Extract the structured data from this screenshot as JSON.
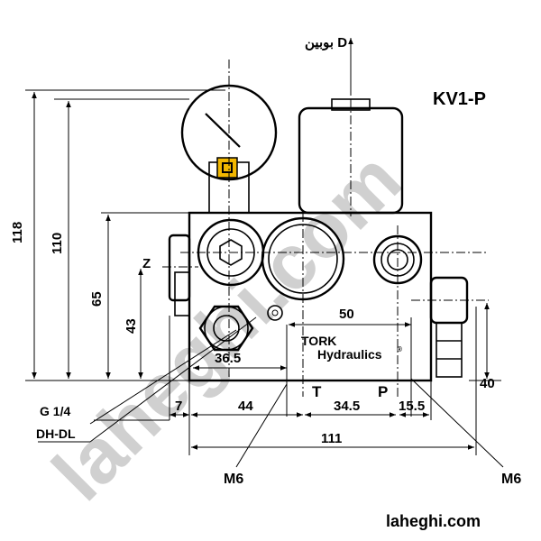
{
  "title": "KV1-P",
  "coil_label": "بوبین D",
  "brand": {
    "line1": "TORK",
    "line2": "Hydraulics",
    "mark": "®"
  },
  "ports": {
    "t": "T",
    "p": "P",
    "z": "Z",
    "g": "G 1/4",
    "dh_dl": "DH-DL"
  },
  "dimensions": {
    "d118": "118",
    "d110": "110",
    "d65": "65",
    "d43": "43",
    "d36_5": "36.5",
    "d50": "50",
    "d7": "7",
    "d44": "44",
    "d34_5": "34.5",
    "d15_5": "15.5",
    "d40": "40",
    "d111": "111"
  },
  "thread_left": "M6",
  "thread_right": "M6",
  "watermark": "laheghi.com",
  "footer_url": "laheghi.com",
  "colors": {
    "ink": "#000000",
    "gauge_badge": "#f2b700",
    "watermark": "#c8c8c8"
  }
}
